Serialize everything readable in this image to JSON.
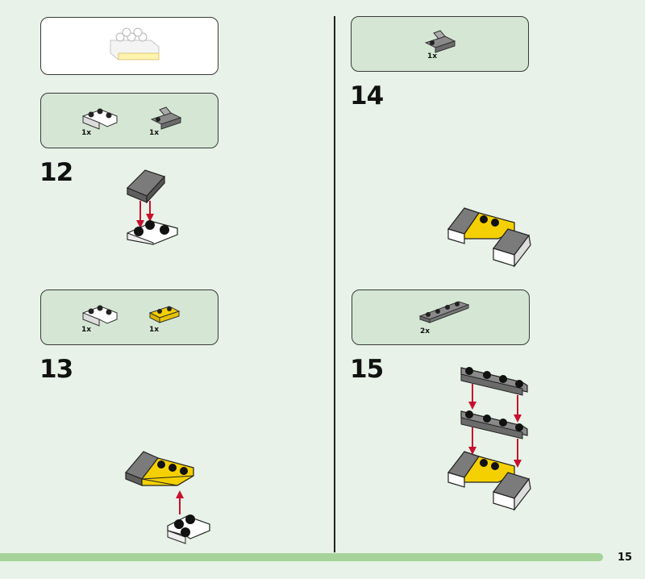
{
  "page": {
    "number": "15"
  },
  "steps": {
    "s12": {
      "number": "12"
    },
    "s13": {
      "number": "13"
    },
    "s14": {
      "number": "14"
    },
    "s15": {
      "number": "15"
    }
  },
  "parts": {
    "p12": [
      {
        "qty": "1x",
        "icon": "white-corner-plate-icon"
      },
      {
        "qty": "1x",
        "icon": "gray-slope-bracket-icon"
      }
    ],
    "p13": [
      {
        "qty": "1x",
        "icon": "white-corner-plate-icon"
      },
      {
        "qty": "1x",
        "icon": "yellow-plate-1x2-icon"
      }
    ],
    "p14": [
      {
        "qty": "1x",
        "icon": "gray-slope-bracket-icon"
      }
    ],
    "p15": [
      {
        "qty": "2x",
        "icon": "gray-plate-1x4-icon"
      }
    ]
  },
  "colors": {
    "background": "#e8f2e8",
    "panel": "#d5e6d5",
    "arrow": "#c8102e",
    "progress": "#a6d39a",
    "yellow": "#f5d000",
    "gray": "#8a8a8a"
  }
}
